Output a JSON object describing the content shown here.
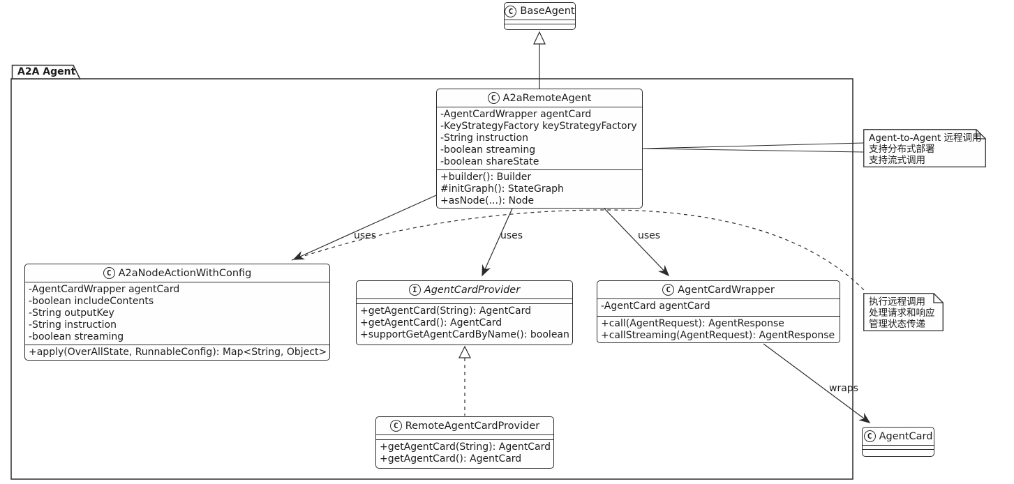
{
  "package": {
    "label": "A2A Agent"
  },
  "classes": {
    "base_agent": {
      "icon": "C",
      "name": "BaseAgent"
    },
    "a2a_remote_agent": {
      "icon": "C",
      "name": "A2aRemoteAgent",
      "attributes": [
        "-AgentCardWrapper agentCard",
        "-KeyStrategyFactory keyStrategyFactory",
        "-String instruction",
        "-boolean streaming",
        "-boolean shareState"
      ],
      "methods": [
        "+builder(): Builder",
        "#initGraph(): StateGraph",
        "+asNode(...): Node"
      ]
    },
    "a2a_node_action_with_config": {
      "icon": "C",
      "name": "A2aNodeActionWithConfig",
      "attributes": [
        "-AgentCardWrapper agentCard",
        "-boolean includeContents",
        "-String outputKey",
        "-String instruction",
        "-boolean streaming"
      ],
      "methods": [
        "+apply(OverAllState, RunnableConfig): Map<String, Object>"
      ]
    },
    "agent_card_provider": {
      "icon": "I",
      "name": "AgentCardProvider",
      "methods": [
        "+getAgentCard(String): AgentCard",
        "+getAgentCard(): AgentCard",
        "+supportGetAgentCardByName(): boolean"
      ]
    },
    "agent_card_wrapper": {
      "icon": "C",
      "name": "AgentCardWrapper",
      "attributes": [
        "-AgentCard agentCard"
      ],
      "methods": [
        "+call(AgentRequest): AgentResponse",
        "+callStreaming(AgentRequest): AgentResponse"
      ]
    },
    "remote_agent_card_provider": {
      "icon": "C",
      "name": "RemoteAgentCardProvider",
      "methods": [
        "+getAgentCard(String): AgentCard",
        "+getAgentCard(): AgentCard"
      ]
    },
    "agent_card": {
      "icon": "C",
      "name": "AgentCard"
    }
  },
  "notes": {
    "remote_agent_note": {
      "lines": [
        "Agent-to-Agent 远程调用",
        "支持分布式部署",
        "支持流式调用"
      ]
    },
    "node_action_note": {
      "lines": [
        "执行远程调用",
        "处理请求和响应",
        "管理状态传递"
      ]
    }
  },
  "edge_labels": {
    "uses_node_action": "uses",
    "uses_provider": "uses",
    "uses_wrapper": "uses",
    "wraps": "wraps"
  },
  "colors": {
    "line": "#2b2b2b",
    "box_bg": "#fefefe",
    "bg": "#ffffff"
  }
}
